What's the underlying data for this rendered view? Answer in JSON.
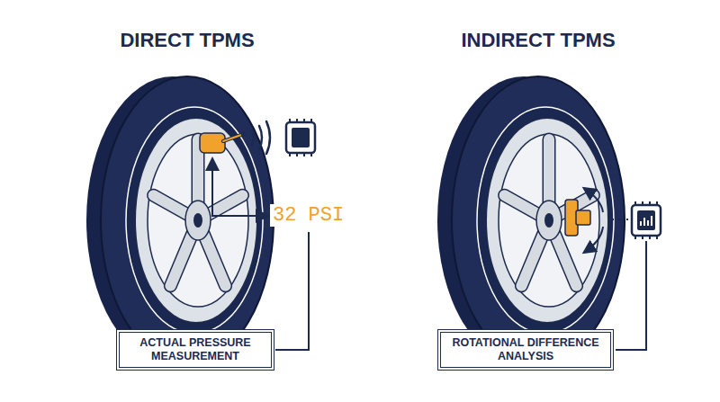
{
  "diagram": {
    "nodes": [
      {
        "text": [
          "ACTUAL PRESSURE MEASUREMENT"
        ]
      },
      {
        "text": [
          "ROTATIONAL DIFFERENCE ANALYSIS"
        ]
      }
    ],
    "labels": [
      "DIRECT TPMS",
      "INDIRECT TPMS",
      "32 PSI"
    ]
  }
}
